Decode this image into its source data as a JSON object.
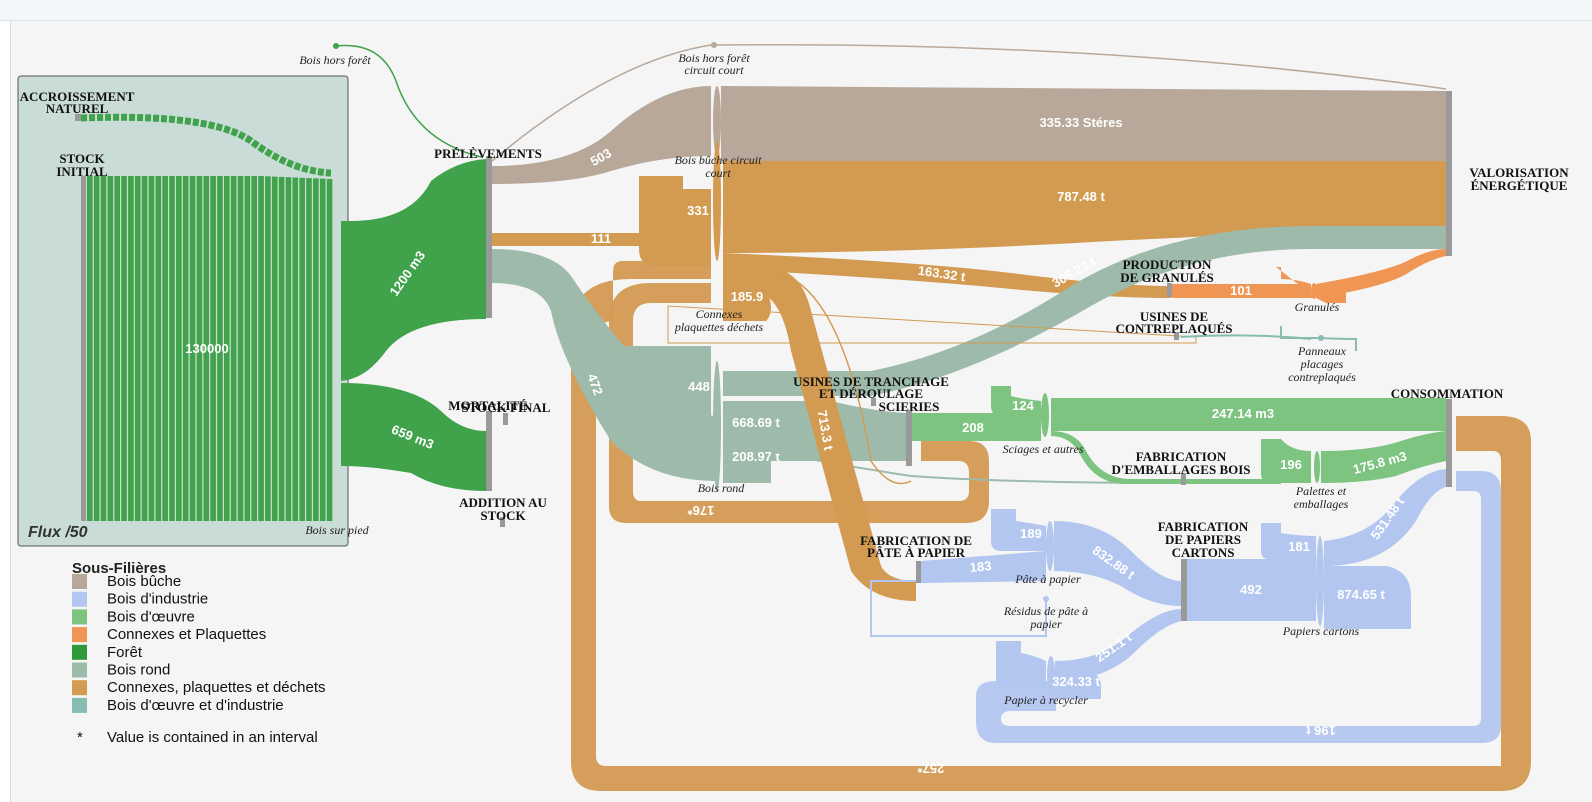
{
  "colors": {
    "bois_buche": "#b8a89a",
    "bois_industrie": "#b3c6f0",
    "bois_oeuvre": "#7cc47f",
    "connexes_plaquettes": "#ef9654",
    "foret": "#40a24a",
    "bois_rond": "#9ebaaa",
    "connexes_dechets": "#d39a52",
    "bois_oeuvre_industrie": "#86bdb0",
    "node": "#999999",
    "frame": "#c9dcd8"
  },
  "nodes": {
    "accroissement": "ACCROISSEMENT",
    "accroissement_2": "NATUREL",
    "stock_initial": "STOCK",
    "stock_initial_2": "INITIAL",
    "prelevements": "PRÉLÈVEMENTS",
    "mortalite": "MORTALITÉ",
    "stock_final": "STOCK FINAL",
    "addition": "ADDITION AU",
    "addition_2": "STOCK",
    "valorisation": "VALORISATION",
    "valorisation_2": "ÉNERGÉTIQUE",
    "granules_prod": "PRODUCTION",
    "granules_prod_2": "DE GRANULÉS",
    "contreplaques": "USINES DE",
    "contreplaques_2": "CONTREPLAQUÉS",
    "tranchage": "USINES DE TRANCHAGE",
    "tranchage_2": "ET DÉROULAGE",
    "scieries": "SCIERIES",
    "consommation": "CONSOMMATION",
    "emballages": "FABRICATION",
    "emballages_2": "D'EMBALLAGES BOIS",
    "pate": "FABRICATION DE",
    "pate_2": "PÂTE À PAPIER",
    "cartons": "FABRICATION",
    "cartons_2": "DE PAPIERS",
    "cartons_3": "CARTONS"
  },
  "products": {
    "bois_hors_foret": "Bois hors forêt",
    "bois_hors_foret_cc": "Bois hors forêt",
    "bois_hors_foret_cc_2": "circuit court",
    "bois_buche_cc": "Bois bûche circuit",
    "bois_buche_cc_2": "court",
    "connexes": "Connexes",
    "connexes_2": "plaquettes déchets",
    "bois_rond": "Bois rond",
    "bois_sur_pied": "Bois sur pied",
    "granules": "Granulés",
    "panneaux": "Panneaux",
    "panneaux_2": "placages",
    "panneaux_3": "contreplaqués",
    "sciages": "Sciages et autres",
    "palettes": "Palettes et",
    "palettes_2": "emballages",
    "pate_papier": "Pâte à papier",
    "residus": "Résidus de pâte à",
    "residus_2": "papier",
    "papiers_cartons": "Papiers cartons",
    "papier_recycler": "Papier à recycler"
  },
  "values": {
    "stock": "130000",
    "prelev": "1200 m3",
    "addition": "659 m3",
    "buche": "503",
    "steres": "335.33 Stéres",
    "conn_111": "111",
    "t787": "787.48 t",
    "v331": "331",
    "t163": "163.32 t",
    "t308": "308.23 t",
    "v101": "101",
    "v185": "185.9",
    "v472": "472",
    "v448": "448",
    "t668": "668.69 t",
    "t208": "208.97 t",
    "t713": "713.3 t",
    "v176": "176*",
    "v124": "124",
    "v208": "208",
    "m247": "247.14 m3",
    "v196": "196",
    "m175": "175.8 m3",
    "v189": "189",
    "v183": "183",
    "t832": "832.88 t",
    "v492": "492",
    "v181": "181",
    "t531": "531.48 t",
    "t874": "874.65 t",
    "t251": "251.1 t",
    "t324": "324.33 t",
    "t196b": "196 t",
    "v257": "257*"
  },
  "legend": {
    "title": "Sous-Filières",
    "items": [
      {
        "label": "Bois bûche",
        "color": "#b8a89a"
      },
      {
        "label": "Bois d'industrie",
        "color": "#b3c6f0"
      },
      {
        "label": "Bois d'œuvre",
        "color": "#7cc47f"
      },
      {
        "label": "Connexes et Plaquettes",
        "color": "#ef9654"
      },
      {
        "label": "Forêt",
        "color": "#2e9a3a"
      },
      {
        "label": "Bois rond",
        "color": "#9ebaaa"
      },
      {
        "label": "Connexes, plaquettes et déchets",
        "color": "#d39a52"
      },
      {
        "label": "Bois d'œuvre et d'industrie",
        "color": "#86bdb0"
      }
    ],
    "note_symbol": "*",
    "note_text": "Value is contained in an interval"
  },
  "flux_label": "Flux /50"
}
